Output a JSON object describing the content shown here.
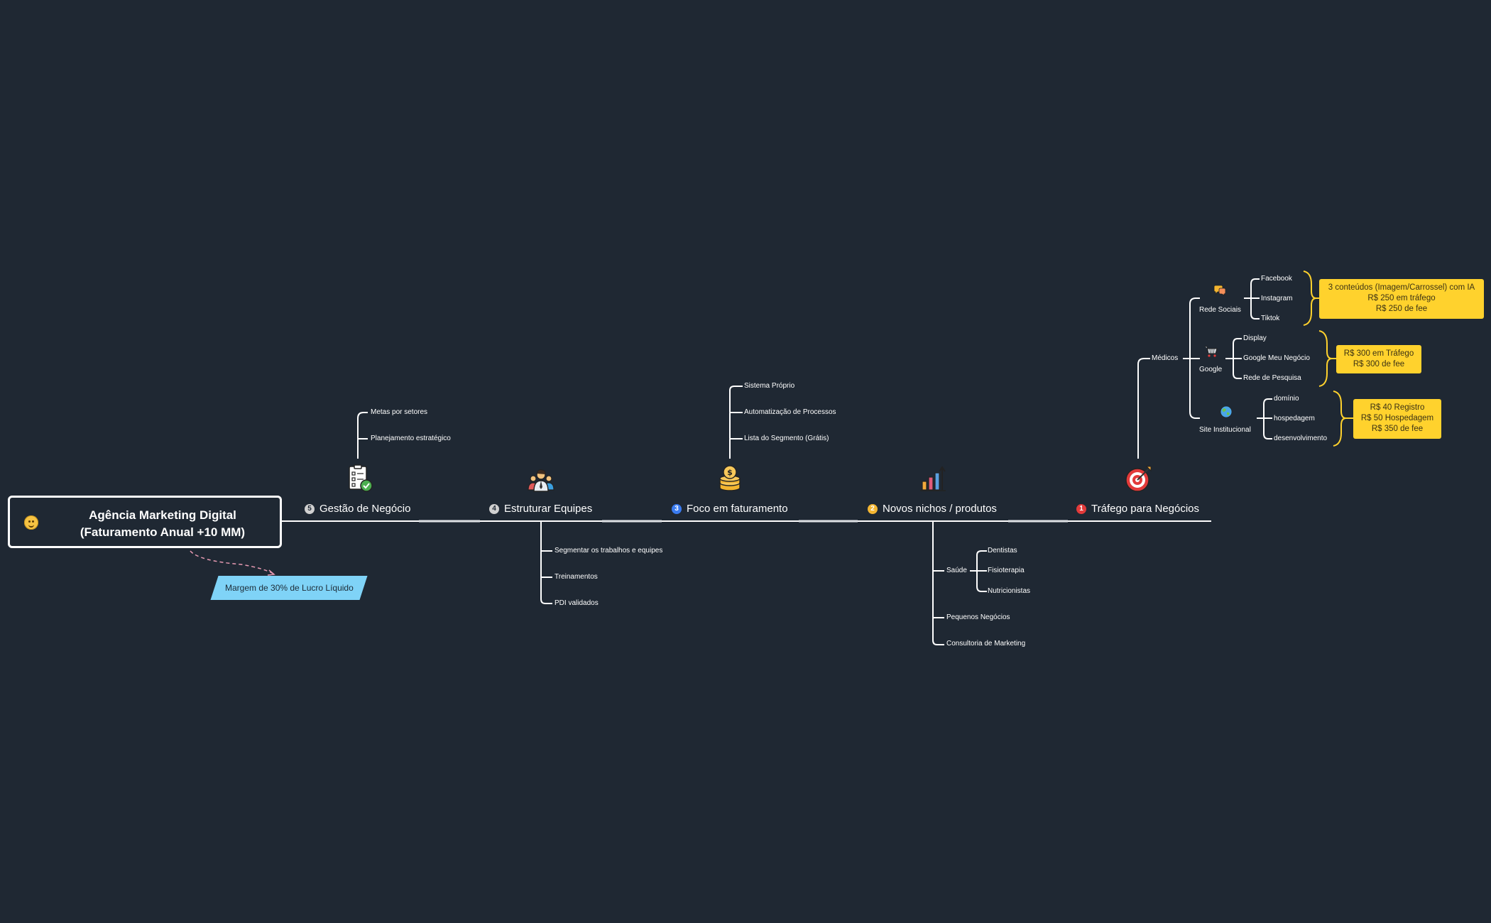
{
  "central": {
    "title": "Agência Marketing Digital\n(Faturamento Anual +10 MM)",
    "callout": "Margem de 30% de Lucro Líquido"
  },
  "branches": [
    {
      "number": "5",
      "label": "Gestão de Negócio",
      "number_color": "#d0d0d0",
      "icon": "checklist-icon",
      "children": [
        "Metas por setores",
        "Planejamento estratégico"
      ]
    },
    {
      "number": "4",
      "label": "Estruturar Equipes",
      "number_color": "#d0d0d0",
      "icon": "team-icon",
      "children": [
        "Segmentar os trabalhos e equipes",
        "Treinamentos",
        "PDI validados"
      ]
    },
    {
      "number": "3",
      "label": "Foco em faturamento",
      "number_color": "#3a7bf0",
      "icon": "coins-icon",
      "children": [
        "Sistema Próprio",
        "Automatização de Processos",
        "Lista do Segmento (Grátis)"
      ]
    },
    {
      "number": "2",
      "label": "Novos nichos / produtos",
      "number_color": "#f4b632",
      "icon": "bar-chart-icon",
      "children": [
        {
          "label": "Saúde",
          "children": [
            "Dentistas",
            "Fisioterapia",
            "Nutricionistas"
          ]
        },
        "Pequenos Negócios",
        "Consultoria de Marketing"
      ]
    },
    {
      "number": "1",
      "label": "Tráfego para Negócios",
      "number_color": "#e23a3a",
      "icon": "target-icon",
      "children": [
        {
          "label": "Médicos",
          "children": [
            {
              "label": "Rede Sociais",
              "icon": "chat-bubbles-icon",
              "children": [
                "Facebook",
                "Instagram",
                "Tiktok"
              ],
              "note": "3 conteúdos (Imagem/Carrossel) com IA\nR$ 250 em tráfego\nR$ 250 de fee"
            },
            {
              "label": "Google",
              "icon": "shopping-cart-icon",
              "children": [
                "Display",
                "Google Meu Negócio",
                "Rede de Pesquisa"
              ],
              "note": "R$ 300 em Tráfego\nR$ 300 de fee"
            },
            {
              "label": "Site Institucional",
              "icon": "globe-icon",
              "children": [
                "domínio",
                "hospedagem",
                "desenvolvimento"
              ],
              "note": "R$ 40 Registro\nR$ 50 Hospedagem\nR$ 350 de fee"
            }
          ]
        }
      ]
    }
  ],
  "colors": {
    "background": "#1f2833",
    "line": "#ffffff",
    "summary_brace": "#ffd22d",
    "note_fill": "#ffd22d",
    "callout_fill": "#7fd3f7",
    "callout_link": "#e79ab2"
  }
}
